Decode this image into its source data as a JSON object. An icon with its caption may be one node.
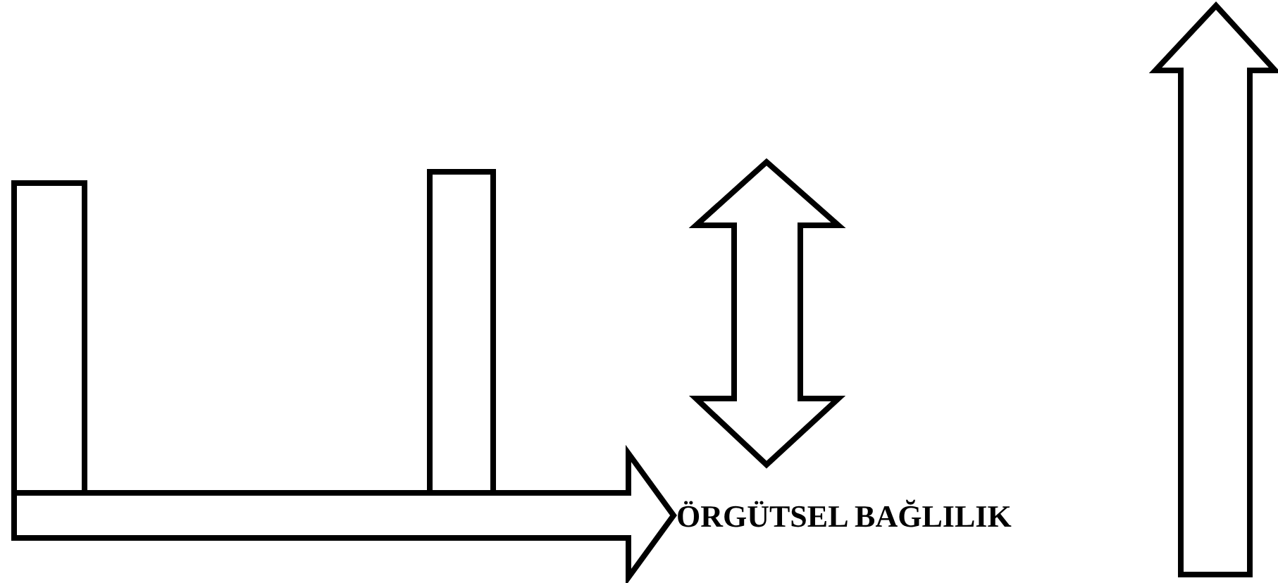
{
  "diagram": {
    "nodes": [
      {
        "text": [],
        "shape": "bar"
      },
      {
        "text": [],
        "shape": "bar"
      },
      {
        "text": [
          "ÖRGÜTSEL BAĞLILIK"
        ]
      }
    ],
    "edges": [
      {
        "from": null,
        "to": 2,
        "arrow": "to"
      }
    ]
  }
}
